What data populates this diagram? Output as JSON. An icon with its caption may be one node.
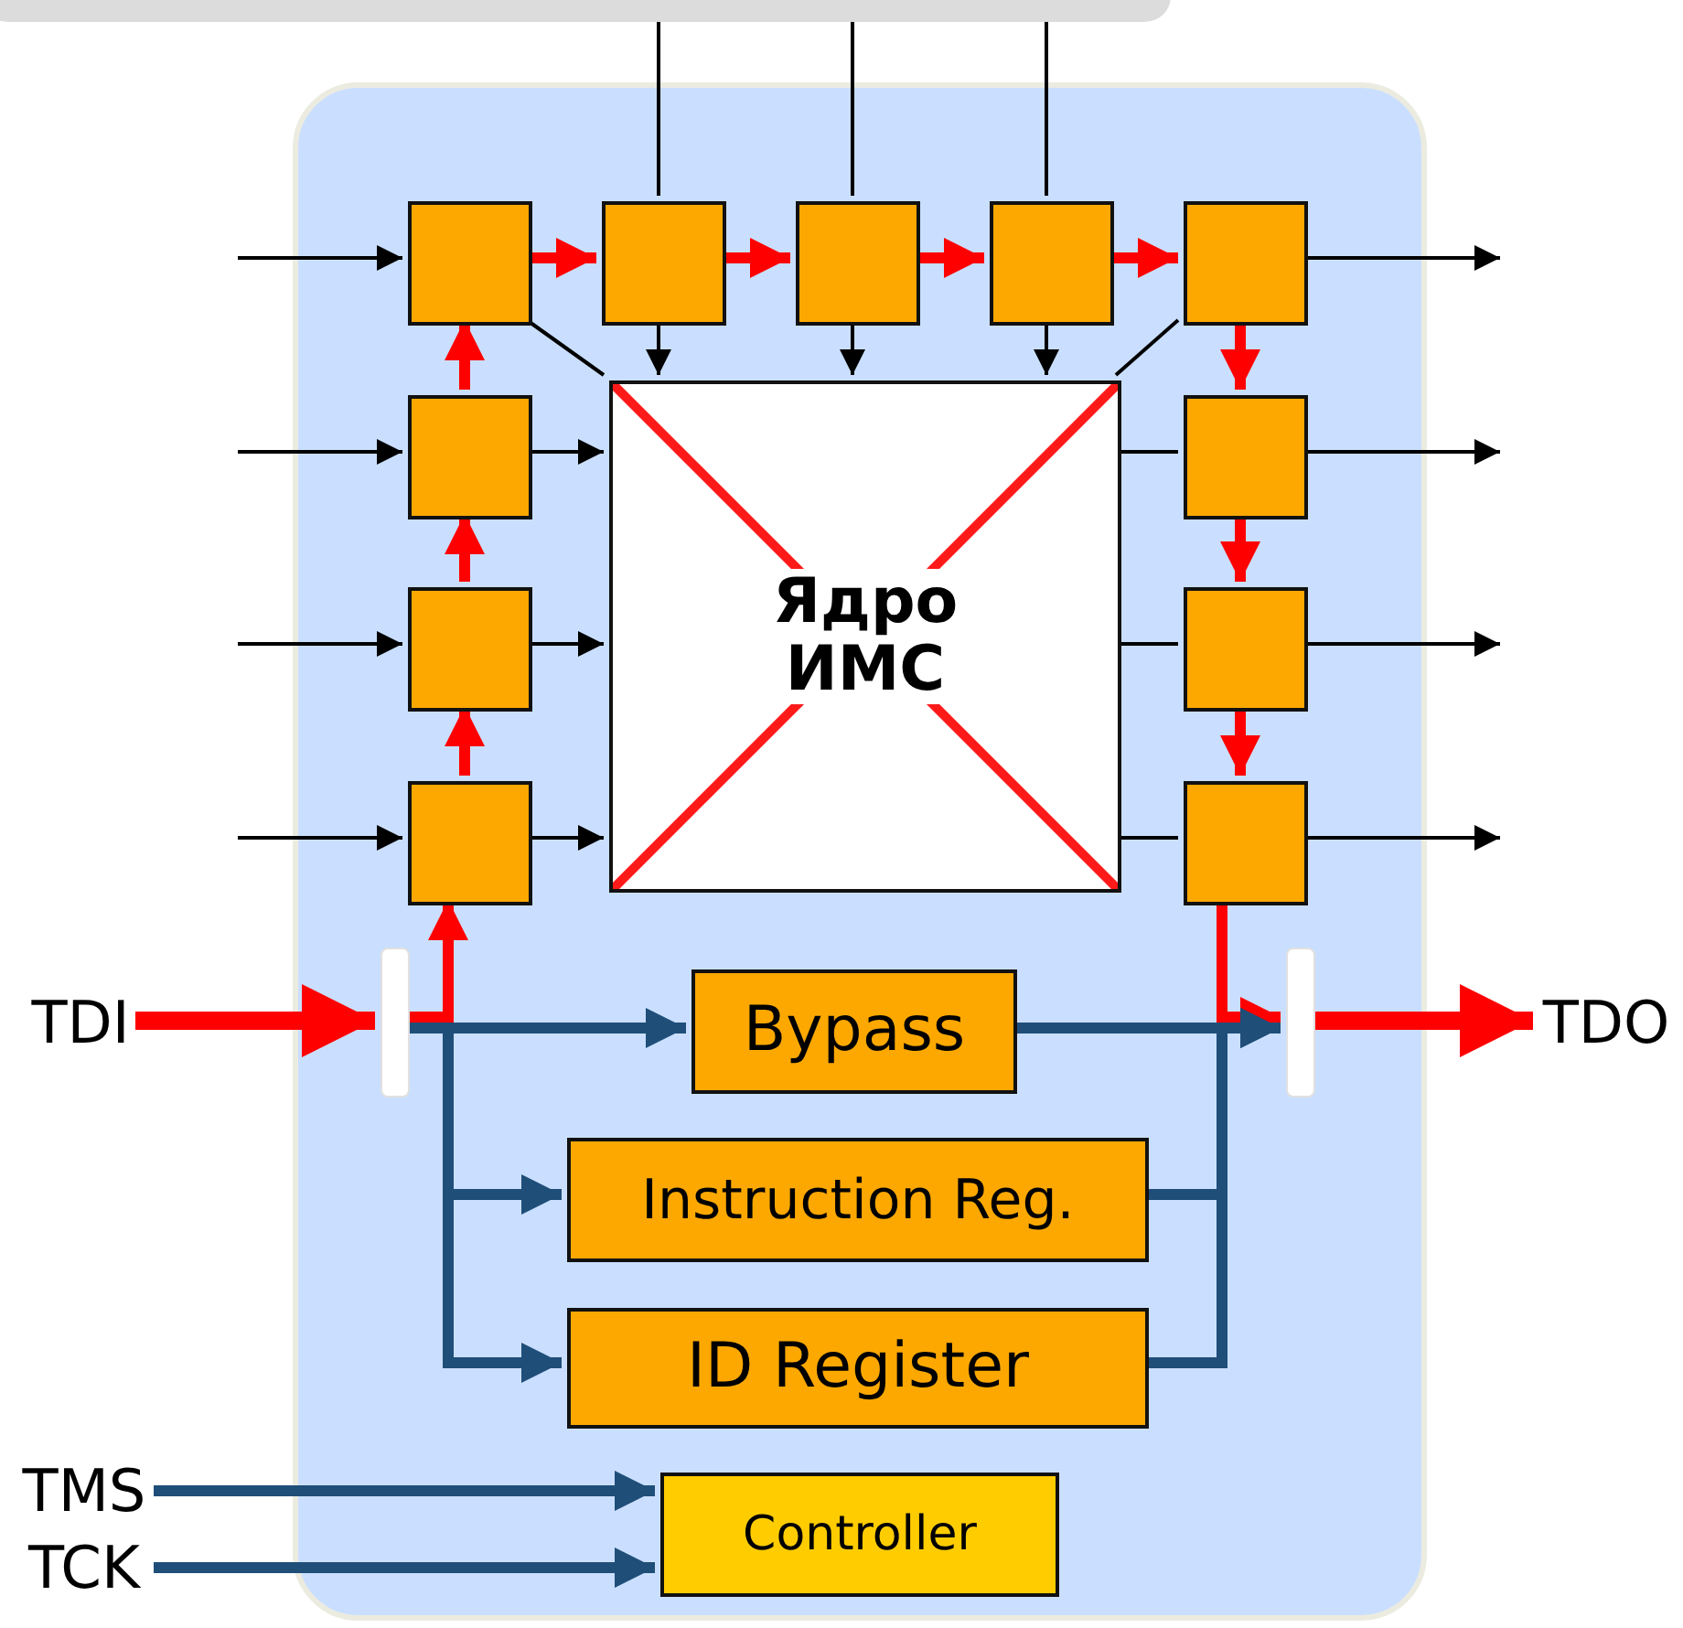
{
  "diagram": {
    "nodes": [
      {
        "text": [],
        "shape": "box"
      },
      {
        "text": [],
        "shape": "box"
      },
      {
        "text": [],
        "shape": "box",
        "in": 1
      },
      {
        "text": [],
        "shape": "box",
        "in": 1
      },
      {
        "text": [],
        "shape": "box",
        "in": 1
      },
      {
        "text": [],
        "shape": "box",
        "in": 1
      },
      {
        "text": [],
        "shape": "box",
        "in": 1
      },
      {
        "text": [],
        "shape": "box",
        "in": 1
      },
      {
        "text": [],
        "shape": "box",
        "in": 1
      },
      {
        "text": [],
        "shape": "box",
        "in": 1
      },
      {
        "text": [],
        "shape": "box",
        "in": 1
      },
      {
        "text": [],
        "shape": "box",
        "in": 1
      },
      {
        "text": [],
        "shape": "box",
        "in": 1
      },
      {
        "text": [
          "Ядро ИМС"
        ],
        "in": 1
      },
      {
        "text": [],
        "shape": "bar",
        "in": 1
      },
      {
        "text": [],
        "shape": "bar",
        "in": 1
      },
      {
        "text": [
          "Bypass"
        ],
        "in": 1
      },
      {
        "text": [
          "Instruction Reg."
        ],
        "in": 1
      },
      {
        "text": [
          "ID Register"
        ],
        "in": 1
      },
      {
        "text": [
          "Controller"
        ],
        "in": 1
      },
      {
        "text": [
          "TDI"
        ]
      },
      {
        "text": [
          "TDO"
        ]
      },
      {
        "text": [
          "TMS"
        ]
      },
      {
        "text": [
          "TCK"
        ]
      }
    ],
    "edges": [
      {
        "from": null,
        "to": 2,
        "arrow": "to"
      },
      {
        "from": null,
        "to": 7,
        "arrow": "to"
      },
      {
        "from": null,
        "to": 8,
        "arrow": "to"
      },
      {
        "from": null,
        "to": 9,
        "arrow": "to"
      },
      {
        "from": 0,
        "to": 3,
        "arrow": "none"
      },
      {
        "from": 0,
        "to": 4,
        "arrow": "none"
      },
      {
        "from": 0,
        "to": 5,
        "arrow": "none"
      },
      {
        "from": 3,
        "to": 13,
        "arrow": "to"
      },
      {
        "from": 4,
        "to": 13,
        "arrow": "to"
      },
      {
        "from": 5,
        "to": 13,
        "arrow": "to"
      },
      {
        "from": 2,
        "to": 13,
        "arrow": "none"
      },
      {
        "from": 7,
        "to": 13,
        "arrow": "to"
      },
      {
        "from": 8,
        "to": 13,
        "arrow": "to"
      },
      {
        "from": 9,
        "to": 13,
        "arrow": "to"
      },
      {
        "from": 13,
        "to": 6,
        "arrow": "none"
      },
      {
        "from": 13,
        "to": 10,
        "arrow": "none"
      },
      {
        "from": 13,
        "to": 11,
        "arrow": "none"
      },
      {
        "from": 13,
        "to": 12,
        "arrow": "none"
      },
      {
        "from": 6,
        "to": null,
        "arrow": "to"
      },
      {
        "from": 10,
        "to": null,
        "arrow": "to"
      },
      {
        "from": 11,
        "to": null,
        "arrow": "to"
      },
      {
        "from": 12,
        "to": null,
        "arrow": "to"
      },
      {
        "from": 20,
        "to": 14,
        "arrow": "to",
        "style": "thick",
        "color": "#ff0000"
      },
      {
        "from": 14,
        "to": 9,
        "arrow": "to",
        "style": "thick",
        "color": "#ff0000"
      },
      {
        "from": 9,
        "to": 8,
        "arrow": "to",
        "style": "thick",
        "color": "#ff0000"
      },
      {
        "from": 8,
        "to": 7,
        "arrow": "to",
        "style": "thick",
        "color": "#ff0000"
      },
      {
        "from": 7,
        "to": 2,
        "arrow": "to",
        "style": "thick",
        "color": "#ff0000"
      },
      {
        "from": 2,
        "to": 3,
        "arrow": "to",
        "style": "thick",
        "color": "#ff0000"
      },
      {
        "from": 3,
        "to": 4,
        "arrow": "to",
        "style": "thick",
        "color": "#ff0000"
      },
      {
        "from": 4,
        "to": 5,
        "arrow": "to",
        "style": "thick",
        "color": "#ff0000"
      },
      {
        "from": 5,
        "to": 6,
        "arrow": "to",
        "style": "thick",
        "color": "#ff0000"
      },
      {
        "from": 6,
        "to": 10,
        "arrow": "to",
        "style": "thick",
        "color": "#ff0000"
      },
      {
        "from": 10,
        "to": 11,
        "arrow": "to",
        "style": "thick",
        "color": "#ff0000"
      },
      {
        "from": 11,
        "to": 12,
        "arrow": "to",
        "style": "thick",
        "color": "#ff0000"
      },
      {
        "from": 12,
        "to": 15,
        "arrow": "to",
        "style": "thick",
        "color": "#ff0000"
      },
      {
        "from": 15,
        "to": 21,
        "arrow": "to",
        "style": "thick",
        "color": "#ff0000"
      },
      {
        "from": 14,
        "to": 16,
        "arrow": "to",
        "style": "thick",
        "color": "#1f4e79"
      },
      {
        "from": 14,
        "to": 17,
        "arrow": "to",
        "style": "thick",
        "color": "#1f4e79"
      },
      {
        "from": 14,
        "to": 18,
        "arrow": "to",
        "style": "thick",
        "color": "#1f4e79"
      },
      {
        "from": 16,
        "to": 15,
        "arrow": "to",
        "style": "thick",
        "color": "#1f4e79"
      },
      {
        "from": 17,
        "to": 15,
        "arrow": "to",
        "style": "thick",
        "color": "#1f4e79"
      },
      {
        "from": 18,
        "to": 15,
        "arrow": "to",
        "style": "thick",
        "color": "#1f4e79"
      },
      {
        "from": 22,
        "to": 19,
        "arrow": "to",
        "style": "thick",
        "color": "#1f4e79"
      },
      {
        "from": 23,
        "to": 19,
        "arrow": "to",
        "style": "thick",
        "color": "#1f4e79"
      }
    ]
  }
}
